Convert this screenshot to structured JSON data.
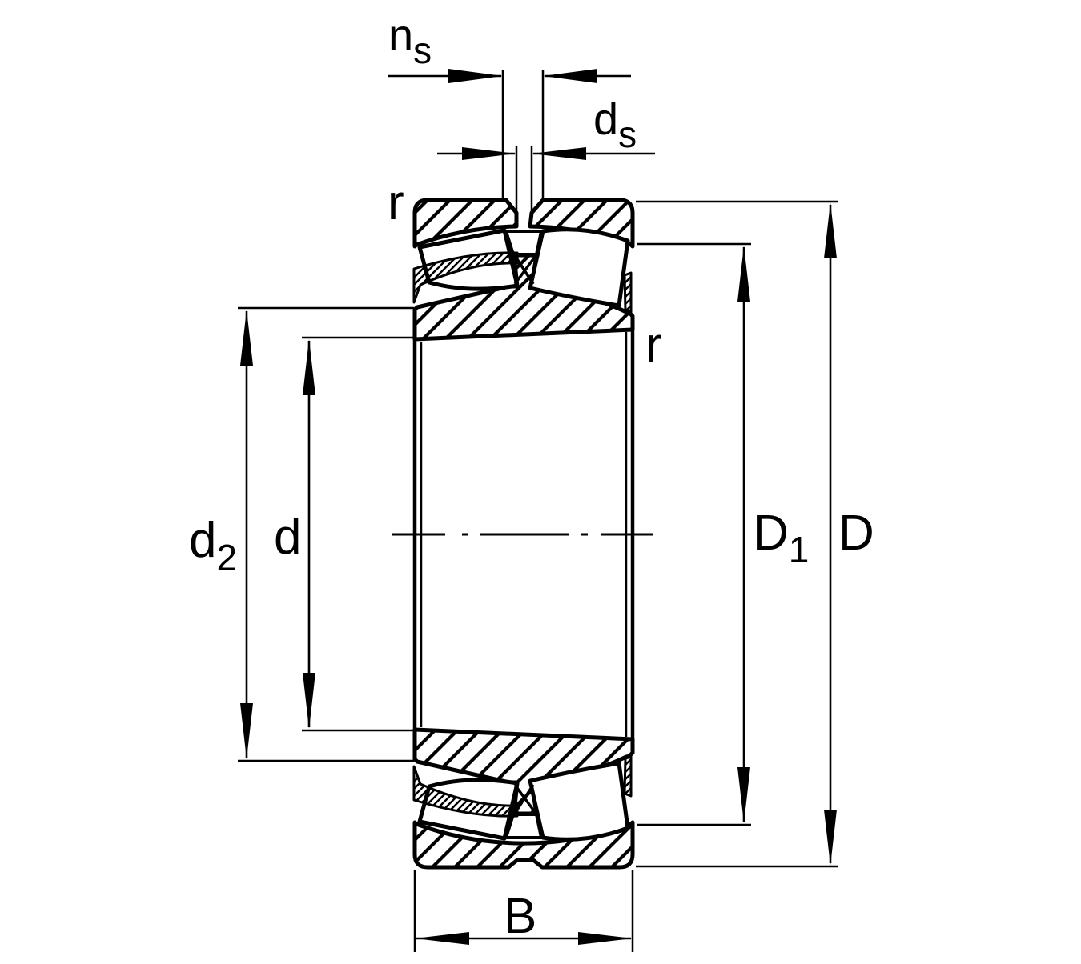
{
  "figure": {
    "title": "Spherical roller bearing cross-section",
    "background_color": "#ffffff",
    "line_color": "#000000"
  },
  "dimension_labels": {
    "groove_width": {
      "base": "n",
      "sub": "s"
    },
    "hole_diameter": {
      "base": "d",
      "sub": "s"
    },
    "chamfer_top": {
      "text": "r"
    },
    "chamfer_inner": {
      "text": "r"
    },
    "shoulder_diameter": {
      "base": "d",
      "sub": "2"
    },
    "bore_diameter": {
      "base": "d"
    },
    "raceway_diameter": {
      "base": "D",
      "sub": "1"
    },
    "outside_diameter": {
      "base": "D"
    },
    "width": {
      "base": "B"
    }
  }
}
